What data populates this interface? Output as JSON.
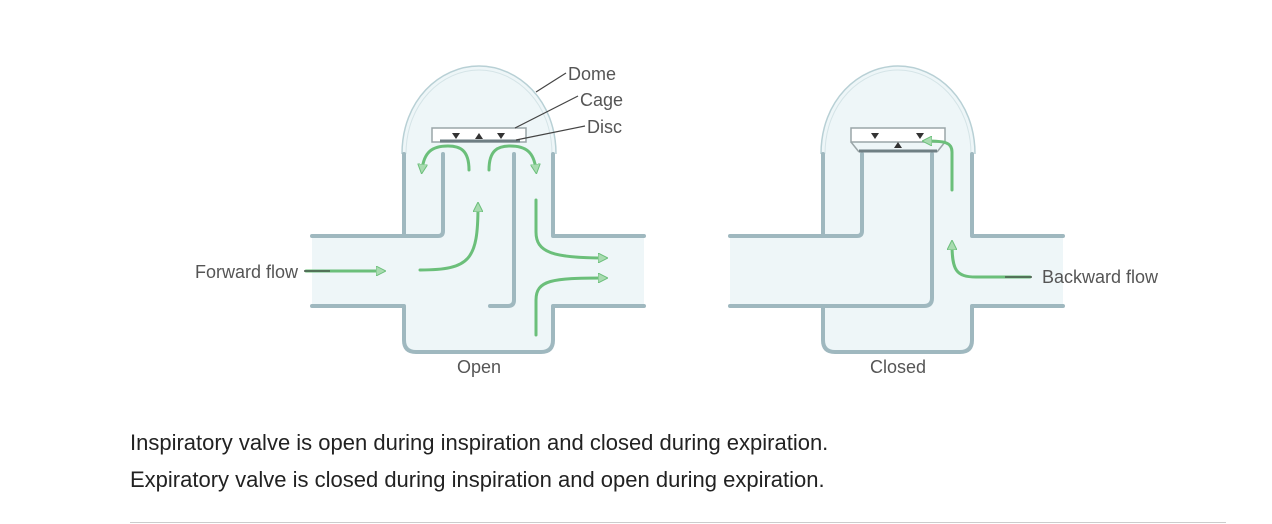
{
  "labels": {
    "dome": "Dome",
    "cage": "Cage",
    "disc": "Disc",
    "forward_flow": "Forward flow",
    "backward_flow": "Backward flow",
    "open": "Open",
    "closed": "Closed"
  },
  "captions": [
    "Inspiratory valve is open during inspiration and closed during expiration.",
    "Expiratory valve is closed during inspiration and open during expiration."
  ],
  "colors": {
    "pipe_wall": "#9fb8bf",
    "pipe_fill": "#eef6f8",
    "arrow": "#6bbf7a",
    "arrow_fill": "#a8dbb0",
    "label": "#555555"
  }
}
